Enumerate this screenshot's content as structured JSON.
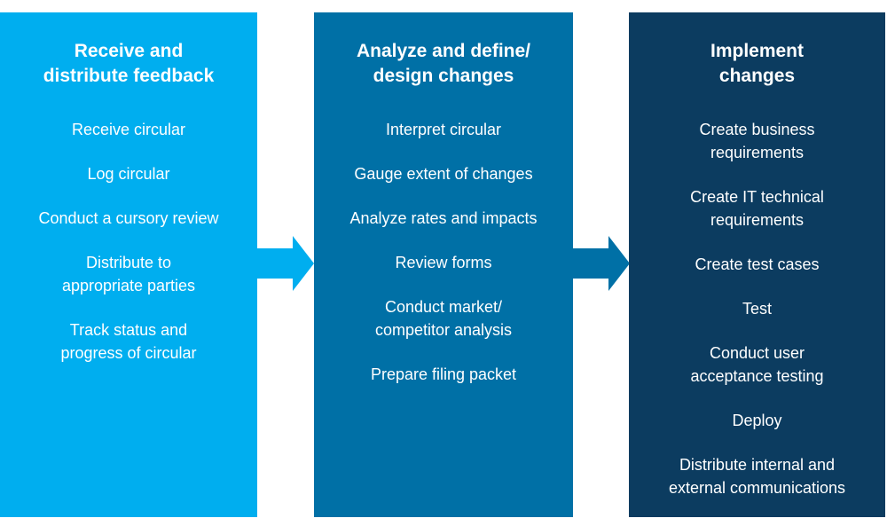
{
  "palette": {
    "panel1_bg": "#00AEEF",
    "panel2_bg": "#0070A6",
    "panel3_bg": "#0C3C60",
    "arrow1_color": "#00AEEF",
    "arrow2_color": "#0070A6",
    "text_color": "#FFFFFF",
    "page_bg": "#FFFFFF"
  },
  "panels": [
    {
      "title": "Receive and\ndistribute feedback",
      "items": [
        "Receive circular",
        "Log circular",
        "Conduct a cursory review",
        "Distribute to\nappropriate parties",
        "Track status and\nprogress of circular"
      ]
    },
    {
      "title": "Analyze and define/\ndesign changes",
      "items": [
        "Interpret circular",
        "Gauge extent of changes",
        "Analyze rates and impacts",
        "Review forms",
        "Conduct market/\ncompetitor analysis",
        "Prepare filing packet"
      ]
    },
    {
      "title": "Implement\nchanges",
      "items": [
        "Create business\nrequirements",
        "Create IT technical\nrequirements",
        "Create test cases",
        "Test",
        "Conduct user\nacceptance testing",
        "Deploy",
        "Distribute internal and\nexternal communications"
      ]
    }
  ]
}
